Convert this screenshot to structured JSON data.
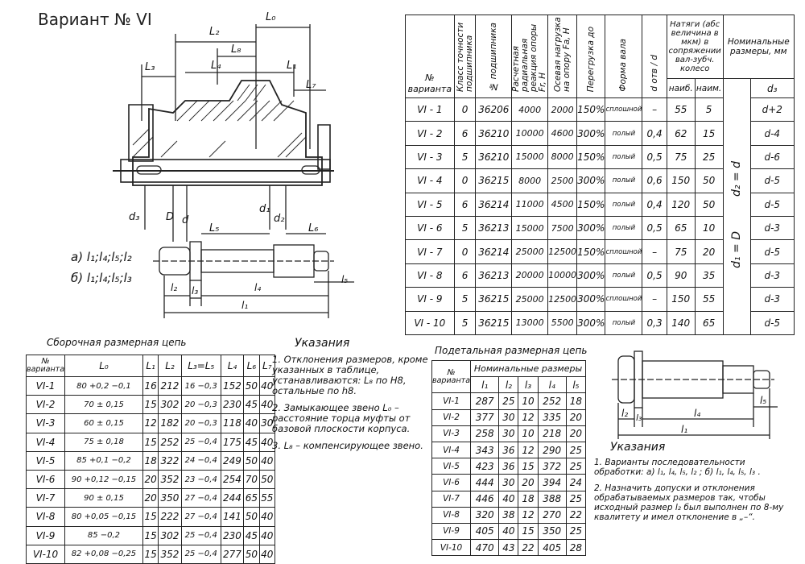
{
  "title": "Вариант № VI",
  "drawing_labels": {
    "L0": "L₀",
    "L1": "L₁",
    "L2": "L₂",
    "L3": "L₃",
    "L4": "L₄",
    "L5": "L₅",
    "L6": "L₆",
    "L7": "L₇",
    "L8": "L₈",
    "d3": "d₃",
    "D": "D",
    "d": "d",
    "d1": "d₁",
    "d2": "d₂",
    "l1": "l₁",
    "l2": "l₂",
    "l3": "l₃",
    "l4": "l₄",
    "l5": "l₅",
    "seq_a": "а) l₁;l₄;l₅;l₂",
    "seq_b": "б) l₁;l₄;l₅;l₃"
  },
  "main_table": {
    "headers": [
      "№ варианта",
      "Класс точности подшипника",
      "№ подшипника",
      "Расчетная радиальная реакция опоры Fr, Н",
      "Осевая нагрузка на опору Fa, Н",
      "Перегрузка до",
      "Форма вала",
      "d отв / d",
      "Натяги (абс величина в мкм) в сопряжении вал-зубч. колесо",
      "Номинальные размеры, мм"
    ],
    "subheaders": {
      "naib": "наиб.",
      "naim": "наим.",
      "d3": "d₃"
    },
    "side_labels": {
      "d2": "d₂ = d",
      "d1": "d₁ = D"
    },
    "rows": [
      {
        "v": "VI - 1",
        "cls": "0",
        "num": "36206",
        "fr": "4000",
        "fa": "2000",
        "over": "150%",
        "shape": "сплошной",
        "ratio": "–",
        "max": "55",
        "min": "5",
        "d3": "d+2"
      },
      {
        "v": "VI - 2",
        "cls": "6",
        "num": "36210",
        "fr": "10000",
        "fa": "4600",
        "over": "300%",
        "shape": "полый",
        "ratio": "0,4",
        "max": "62",
        "min": "15",
        "d3": "d-4"
      },
      {
        "v": "VI - 3",
        "cls": "5",
        "num": "36210",
        "fr": "15000",
        "fa": "8000",
        "over": "150%",
        "shape": "полый",
        "ratio": "0,5",
        "max": "75",
        "min": "25",
        "d3": "d-6"
      },
      {
        "v": "VI - 4",
        "cls": "0",
        "num": "36215",
        "fr": "8000",
        "fa": "2500",
        "over": "300%",
        "shape": "полый",
        "ratio": "0,6",
        "max": "150",
        "min": "50",
        "d3": "d-5"
      },
      {
        "v": "VI - 5",
        "cls": "6",
        "num": "36214",
        "fr": "11000",
        "fa": "4500",
        "over": "150%",
        "shape": "полый",
        "ratio": "0,4",
        "max": "120",
        "min": "50",
        "d3": "d-5"
      },
      {
        "v": "VI - 6",
        "cls": "5",
        "num": "36213",
        "fr": "15000",
        "fa": "7500",
        "over": "300%",
        "shape": "полый",
        "ratio": "0,5",
        "max": "65",
        "min": "10",
        "d3": "d-3"
      },
      {
        "v": "VI - 7",
        "cls": "0",
        "num": "36214",
        "fr": "25000",
        "fa": "12500",
        "over": "150%",
        "shape": "сплошной",
        "ratio": "–",
        "max": "75",
        "min": "20",
        "d3": "d-5"
      },
      {
        "v": "VI - 8",
        "cls": "6",
        "num": "36213",
        "fr": "20000",
        "fa": "10000",
        "over": "300%",
        "shape": "полый",
        "ratio": "0,5",
        "max": "90",
        "min": "35",
        "d3": "d-3"
      },
      {
        "v": "VI - 9",
        "cls": "5",
        "num": "36215",
        "fr": "25000",
        "fa": "12500",
        "over": "300%",
        "shape": "сплошной",
        "ratio": "–",
        "max": "150",
        "min": "55",
        "d3": "d-3"
      },
      {
        "v": "VI - 10",
        "cls": "5",
        "num": "36215",
        "fr": "13000",
        "fa": "5500",
        "over": "300%",
        "shape": "полый",
        "ratio": "0,3",
        "max": "140",
        "min": "65",
        "d3": "d-5"
      }
    ]
  },
  "assembly": {
    "caption": "Сборочная размерная цепь",
    "headers": [
      "№ варианта",
      "L₀",
      "L₁",
      "L₂",
      "L₃=L₅",
      "L₄",
      "L₆",
      "L₇"
    ],
    "rows": [
      [
        "VI-1",
        "80 +0,2 −0,1",
        "16",
        "212",
        "16 −0,3",
        "152",
        "50",
        "40"
      ],
      [
        "VI-2",
        "70 ± 0,15",
        "15",
        "302",
        "20 −0,3",
        "230",
        "45",
        "40"
      ],
      [
        "VI-3",
        "60 ± 0,15",
        "12",
        "182",
        "20 −0,3",
        "118",
        "40",
        "30"
      ],
      [
        "VI-4",
        "75 ± 0,18",
        "15",
        "252",
        "25 −0,4",
        "175",
        "45",
        "40"
      ],
      [
        "VI-5",
        "85 +0,1 −0,2",
        "18",
        "322",
        "24 −0,4",
        "249",
        "50",
        "40"
      ],
      [
        "VI-6",
        "90 +0,12 −0,15",
        "20",
        "352",
        "23 −0,4",
        "254",
        "70",
        "50"
      ],
      [
        "VI-7",
        "90 ± 0,15",
        "20",
        "350",
        "27 −0,4",
        "244",
        "65",
        "55"
      ],
      [
        "VI-8",
        "80 +0,05 −0,15",
        "15",
        "222",
        "27 −0,4",
        "141",
        "50",
        "40"
      ],
      [
        "VI-9",
        "85 −0,2",
        "15",
        "302",
        "25 −0,4",
        "230",
        "45",
        "40"
      ],
      [
        "VI-10",
        "82 +0,08 −0,25",
        "15",
        "352",
        "25 −0,4",
        "277",
        "50",
        "40"
      ]
    ]
  },
  "notes_center": {
    "heading": "Указания",
    "items": [
      "1. Отклонения размеров, кроме указанных в таблице, устанавливаются: L₈ по Н8, остальные по h8.",
      "2. Замыкающее звено L₀ – расстояние торца муфты от базовой плоскости корпуса.",
      "3. L₈ – компенсирующее звено."
    ]
  },
  "detail": {
    "caption": "Подетальная размерная цепь",
    "h_variant": "№ варианта",
    "h_nominal": "Номинальные размеры",
    "headers": [
      "l₁",
      "l₂",
      "l₃",
      "l₄",
      "l₅"
    ],
    "rows": [
      [
        "VI-1",
        "287",
        "25",
        "10",
        "252",
        "18"
      ],
      [
        "VI-2",
        "377",
        "30",
        "12",
        "335",
        "20"
      ],
      [
        "VI-3",
        "258",
        "30",
        "10",
        "218",
        "20"
      ],
      [
        "VI-4",
        "343",
        "36",
        "12",
        "290",
        "25"
      ],
      [
        "VI-5",
        "423",
        "36",
        "15",
        "372",
        "25"
      ],
      [
        "VI-6",
        "444",
        "30",
        "20",
        "394",
        "24"
      ],
      [
        "VI-7",
        "446",
        "40",
        "18",
        "388",
        "25"
      ],
      [
        "VI-8",
        "320",
        "38",
        "12",
        "270",
        "22"
      ],
      [
        "VI-9",
        "405",
        "40",
        "15",
        "350",
        "25"
      ],
      [
        "VI-10",
        "470",
        "43",
        "22",
        "405",
        "28"
      ]
    ]
  },
  "notes_right": {
    "heading": "Указания",
    "items": [
      "1. Варианты последовательности обработки: а) l₁, l₄, l₅, l₂ ; б) l₁, l₄, l₅, l₃ .",
      "2. Назначить допуски и отклонения обрабатываемых размеров так, чтобы исходный размер l₂ был выполнен по 8-му квалитету и имел отклонение в „–“."
    ]
  }
}
